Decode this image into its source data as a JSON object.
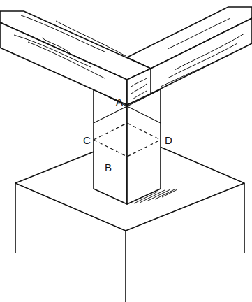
{
  "diagram": {
    "labels": [
      "A",
      "C",
      "D",
      "B"
    ]
  }
}
